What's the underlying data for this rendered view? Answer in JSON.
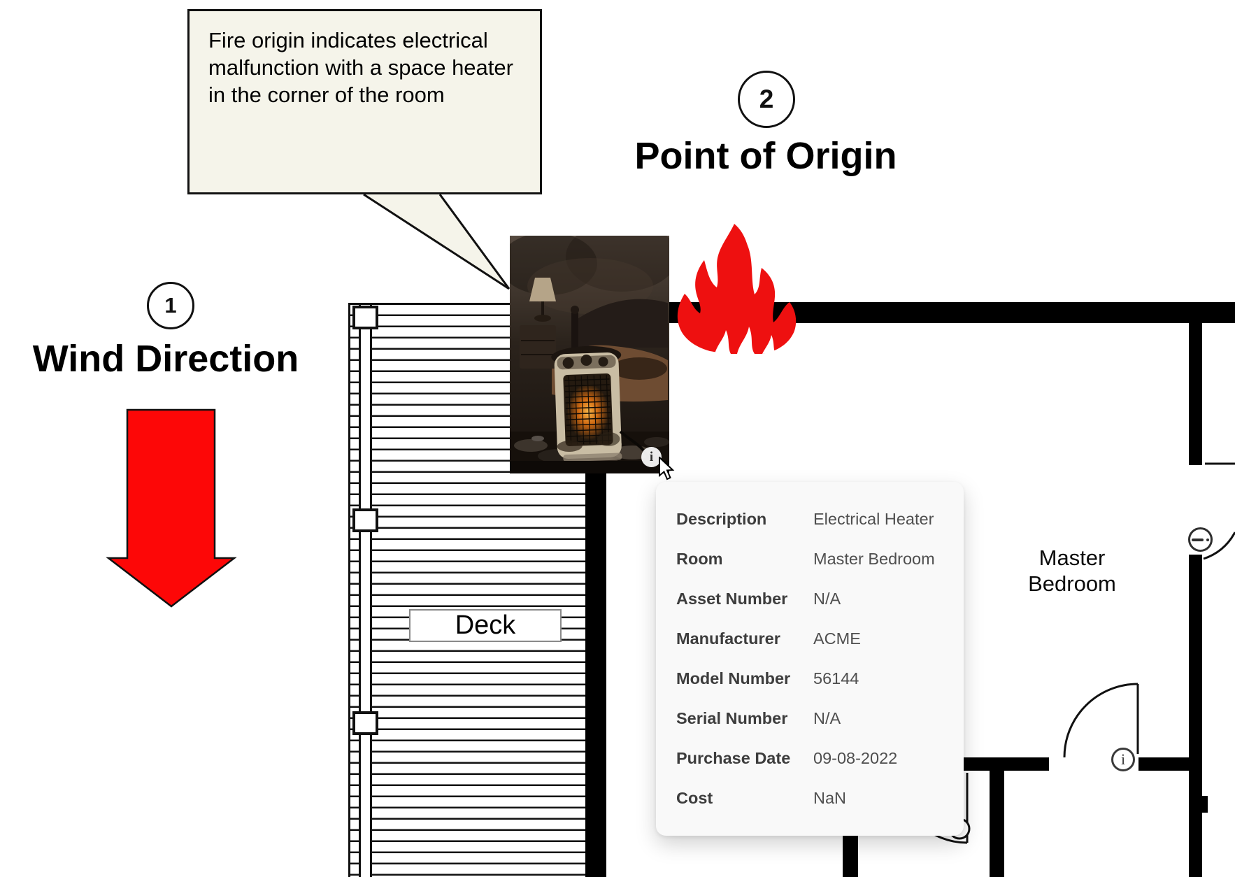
{
  "callout": {
    "text": "Fire origin indicates electrical malfunction with a space heater in the corner of the room"
  },
  "annotations": [
    {
      "number": "1",
      "label": "Wind Direction"
    },
    {
      "number": "2",
      "label": "Point of Origin"
    }
  ],
  "rooms": {
    "deck": "Deck",
    "master_bedroom": "Master Bedroom"
  },
  "asset_popup": {
    "rows": [
      {
        "label": "Description",
        "value": "Electrical Heater"
      },
      {
        "label": "Room",
        "value": "Master Bedroom"
      },
      {
        "label": "Asset Number",
        "value": "N/A"
      },
      {
        "label": "Manufacturer",
        "value": "ACME"
      },
      {
        "label": "Model Number",
        "value": "56144"
      },
      {
        "label": "Serial Number",
        "value": "N/A"
      },
      {
        "label": "Purchase Date",
        "value": "09-08-2022"
      },
      {
        "label": "Cost",
        "value": "NaN"
      }
    ]
  },
  "icons": {
    "photo_info": "i",
    "floor_info": "i"
  },
  "colors": {
    "flame_red": "#ee1010",
    "arrow_red": "#fd0707",
    "callout_bg": "#f5f4ea",
    "popup_bg": "#f9f9f9",
    "wall_black": "#000000"
  }
}
